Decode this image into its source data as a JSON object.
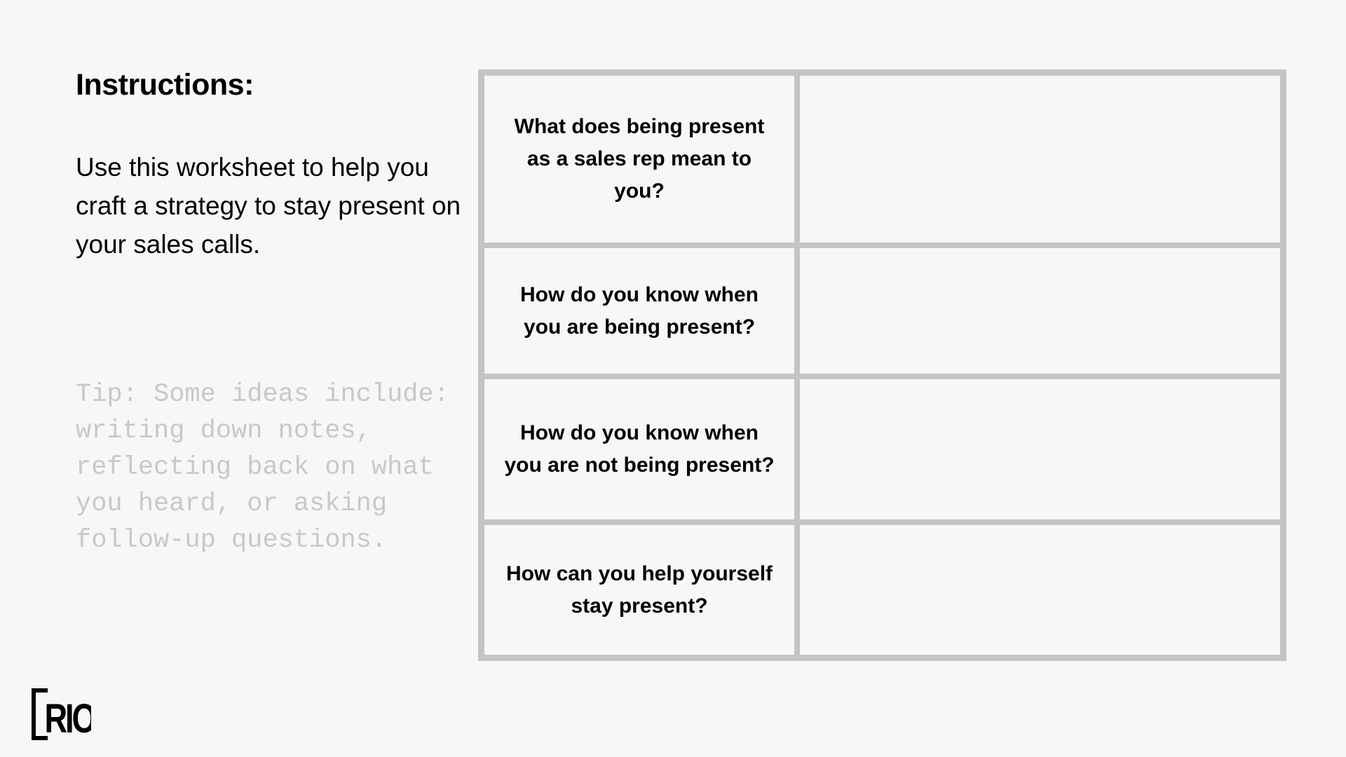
{
  "instructions": {
    "title": "Instructions:",
    "body": "Use this worksheet to help you craft a strategy to stay present on your sales calls.",
    "tip": "Tip: Some ideas include: writing down notes, reflecting back on what you heard, or asking follow-up questions."
  },
  "worksheet": {
    "rows": [
      {
        "question": "What does being present as a sales rep mean to you?",
        "answer": ""
      },
      {
        "question": "How do you know when you are being present?",
        "answer": ""
      },
      {
        "question": "How do you know when you are not being present?",
        "answer": ""
      },
      {
        "question": "How can you help yourself stay present?",
        "answer": ""
      }
    ]
  },
  "logo": {
    "text": "RIO"
  },
  "colors": {
    "background": "#f7f7f7",
    "table_border": "#c4c4c4",
    "tip_text": "#c8c8c8",
    "text": "#000000"
  }
}
